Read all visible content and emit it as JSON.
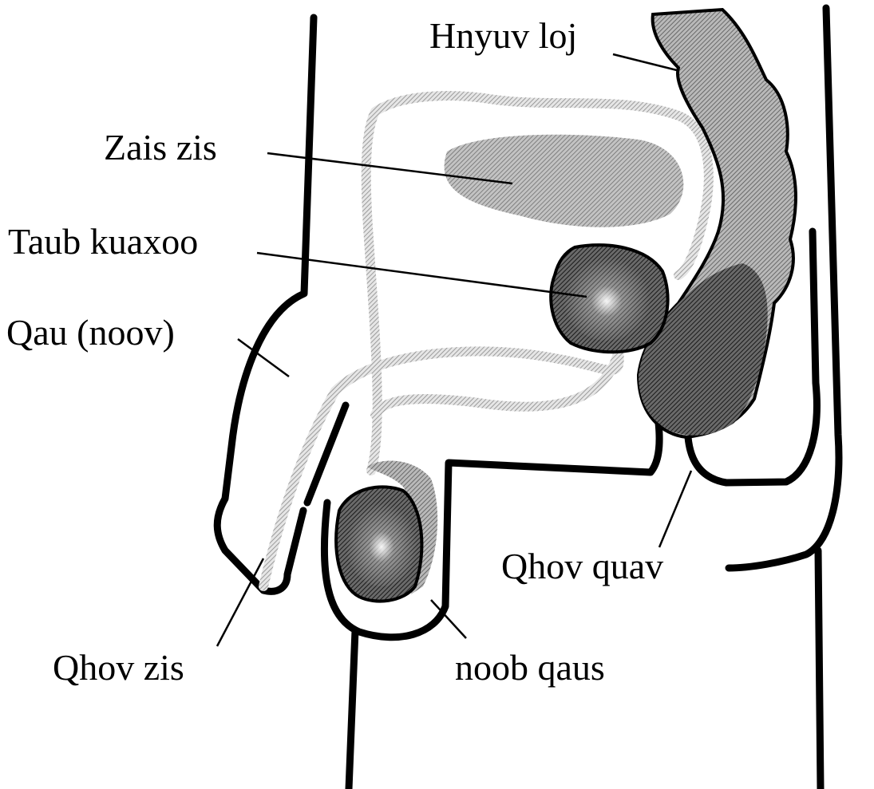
{
  "labels": {
    "hnyuv_loj": "Hnyuv loj",
    "zais_zis": "Zais zis",
    "taub_kuaxoo": "Taub kuaxoo",
    "qau_noov": "Qau (noov)",
    "qhov_quav": "Qhov quav",
    "qhov_zis": "Qhov zis",
    "noob_qaus": "noob qaus"
  },
  "colors": {
    "line": "#000000",
    "light_fill": "#c8c8c8",
    "dark_fill": "#5a5a5a",
    "background": "#ffffff"
  }
}
